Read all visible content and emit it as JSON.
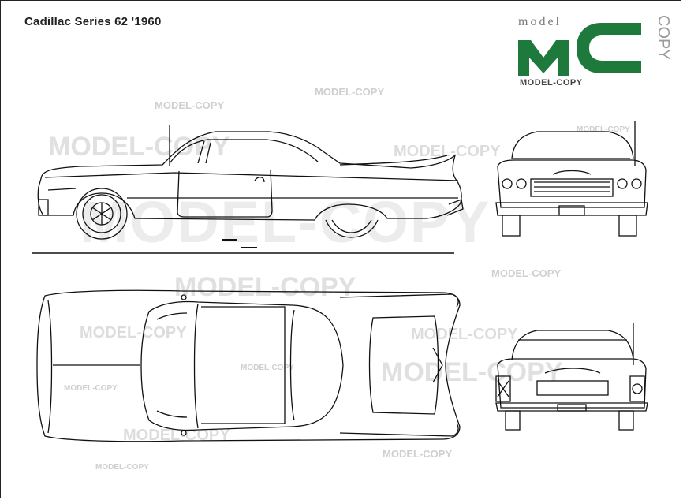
{
  "title": "Cadillac Series 62 '1960",
  "logo": {
    "top_text": "model",
    "letters": "MC",
    "side_text": "COPY",
    "bottom_text": "MODEL-COPY",
    "brand_color": "#1e7a3c"
  },
  "watermarks": {
    "text": "MODEL-COPY"
  },
  "views": [
    "side-view",
    "front-view",
    "top-view",
    "rear-view"
  ]
}
